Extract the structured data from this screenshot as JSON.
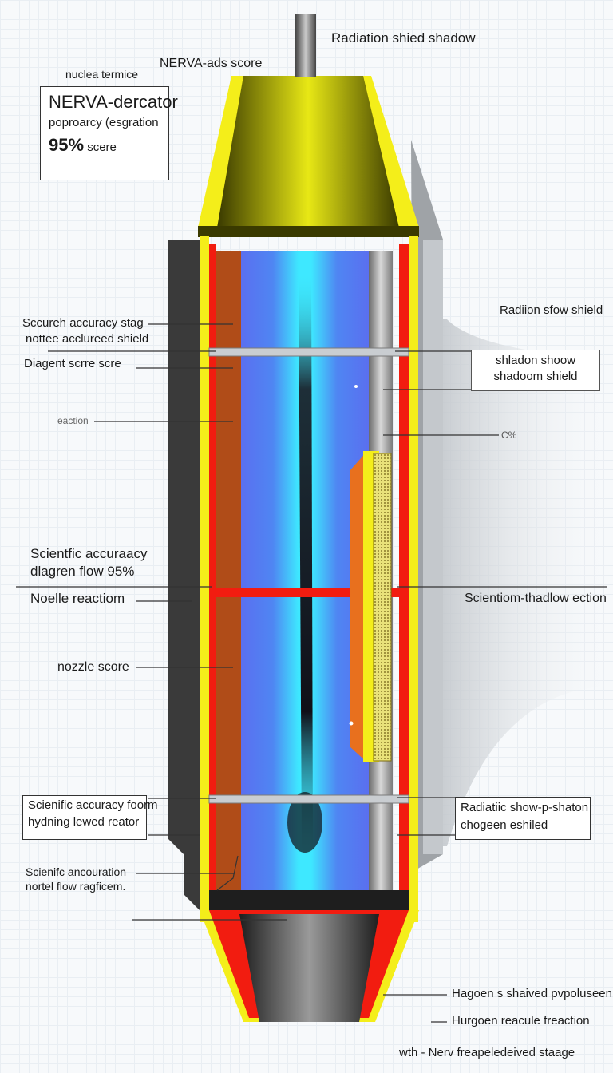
{
  "labels": {
    "top_right": "Radiation shied shadow",
    "top_left_small": "nuclea termice",
    "top_center": "NERVA-ads score",
    "box_top": {
      "line1": "NERVA-dercator",
      "line2": "poproarcy (esgration",
      "line3_num": "95%",
      "line3_text": "scere"
    },
    "left_1a": "Sccureh accuracy stag",
    "left_1b": "nottee acclureed shield",
    "left_2": "Diagent scrre scre",
    "left_3": "eaction",
    "left_4a": "Scientfic accuraacy",
    "left_4b": "dlagren flow 95%",
    "left_5": "Noelle reactiom",
    "left_6": "nozzle score",
    "box_left_bottom": {
      "line1": "Scienific accuracy foorm",
      "line2": "hydning lewed reator"
    },
    "left_7a": "Scienifc ancouration",
    "left_7b": "nortel flow ragficem.",
    "right_1": "Radiion sfow shield",
    "box_right_1": {
      "line1": "shladon shoow",
      "line2": "shadoom shield"
    },
    "right_2": "C%",
    "right_3": "Scientiom-thadlow ection",
    "box_right_2": {
      "line1": "Radiatiic show-p-shaton",
      "line2": "chogeen eshiled"
    },
    "bottom_1": "Hagoen s shaived pvpoluseen",
    "bottom_2": "Hurgoen reacule freaction",
    "bottom_3": "wth - Nerv freapeledeived staage"
  },
  "colors": {
    "shield_yellow": "#f4ee1a",
    "hot_red": "#f21c10",
    "hydrogen_blue": "#4f7ff2",
    "core_cyan": "#3ee8ff",
    "moderator_brown": "#b04c18",
    "outer_gray": "#3a3a3a",
    "shadow_gray": "#cfd3d7"
  }
}
